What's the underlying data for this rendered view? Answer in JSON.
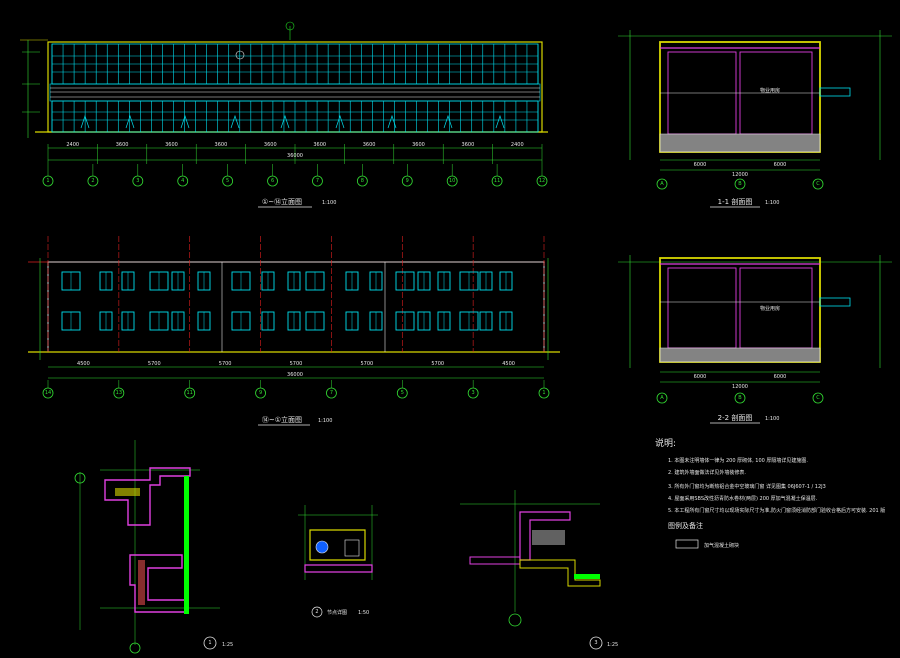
{
  "drawing": {
    "background": "#000000",
    "colors": {
      "wall": "#d8d800",
      "axis_red": "#e02020",
      "axis_green": "#22dd22",
      "curtain": "#00e0f0",
      "window": "#00e0f0",
      "magenta": "#e040e0",
      "white": "#e6e6e6",
      "bright_green": "#00ff00"
    },
    "front_elevation": {
      "title": "①~⑭立面图",
      "scale": "1:100",
      "dims": [
        "2400",
        "3600",
        "3600",
        "3600",
        "3600",
        "3600",
        "3600",
        "3600",
        "3600",
        "2400"
      ],
      "total_dim": "36000",
      "axes": [
        "1",
        "2",
        "3",
        "4",
        "5",
        "6",
        "7",
        "8",
        "9",
        "10",
        "11",
        "12"
      ]
    },
    "rear_elevation": {
      "title": "⑭~①立面图",
      "scale": "1:100",
      "dims": [
        "4500",
        "5700",
        "5700",
        "5700",
        "5700",
        "5700",
        "4500"
      ],
      "total_dim": "36000",
      "axes": [
        "14",
        "13",
        "11",
        "9",
        "7",
        "5",
        "3",
        "1"
      ]
    },
    "section_1": {
      "title": "1-1 剖面图",
      "scale": "1:100",
      "room_label": "物业用房",
      "dims": [
        "6000",
        "6000"
      ],
      "total_dim": "12000",
      "axes": [
        "A",
        "B",
        "C"
      ]
    },
    "section_2": {
      "title": "2-2 剖面图",
      "scale": "1:100",
      "room_label": "物业用房",
      "dims": [
        "6000",
        "6000"
      ],
      "total_dim": "12000",
      "axes": [
        "A",
        "B",
        "C"
      ]
    },
    "notes": {
      "heading": "说明:",
      "items": [
        "1. 本图未注明墙体一律为  200  厚砌体, 100  厚隔墙详见建施图.",
        "2. 建筑外墙面做法详见外墙装修表.",
        "3. 所有外门窗均为断热铝合金中空玻璃门窗        详见图集  06J607-1 / 12J3",
        "4. 屋面采用SBS改性沥青防水卷材(两层)  200 厚加气混凝土保温层.",
        "5. 本工程所有门窗尺寸均以现场实际尺寸为准,防火门窗须经消防部门验收合格后方可安装.            201 版"
      ],
      "legend_heading": "图例及备注",
      "legend_item": "加气混凝土砌块"
    },
    "details": [
      {
        "num": "1",
        "scale": "1:25"
      },
      {
        "num": "2",
        "title": "节点详图",
        "scale": "1:50"
      },
      {
        "num": "3",
        "scale": "1:25"
      }
    ]
  }
}
